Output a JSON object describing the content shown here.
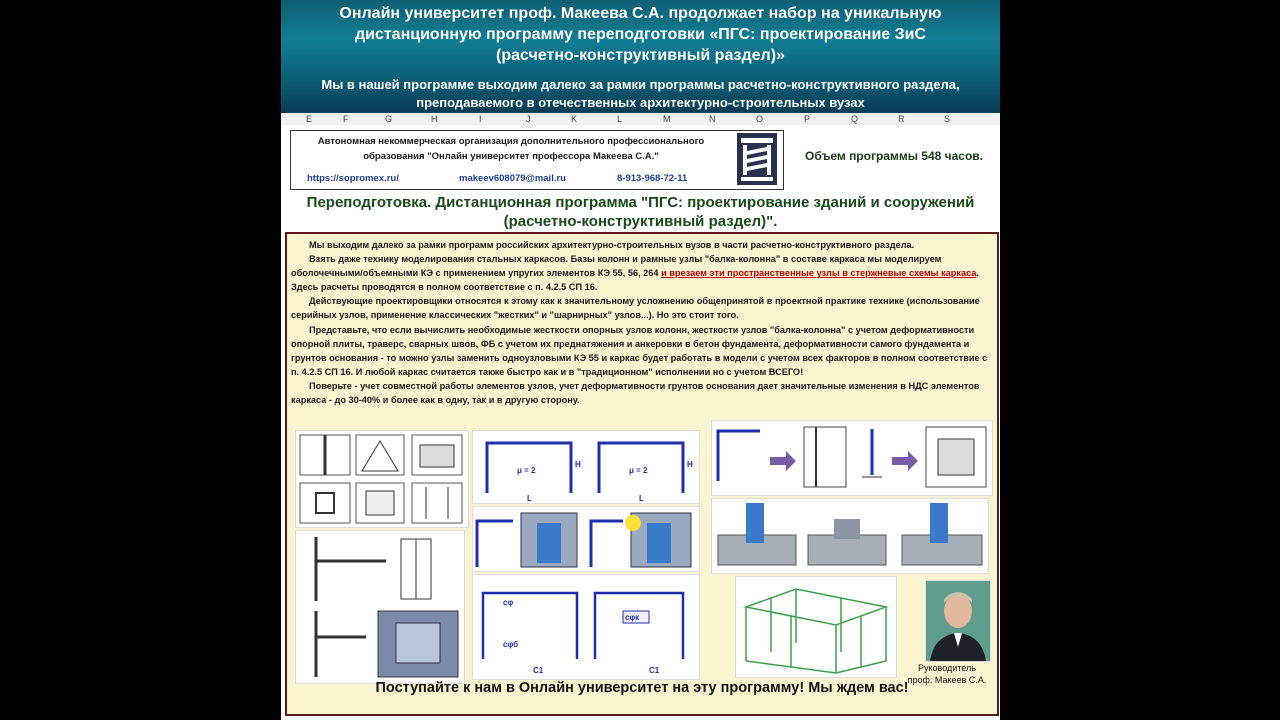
{
  "banner": {
    "title_lines": [
      "Онлайн университет проф. Макеева С.А. продолжает набор на уникальную",
      "дистанционную программу переподготовки «ПГС: проектирование ЗиС",
      "(расчетно-конструктивный раздел)»"
    ],
    "subtitle_lines": [
      "Мы в нашей программе выходим далеко за рамки программы расчетно-конструктивного раздела,",
      "преподаваемого в отечественных архитектурно-строительных вузах"
    ]
  },
  "columns": [
    "E",
    "F",
    "G",
    "H",
    "I",
    "J",
    "K",
    "L",
    "M",
    "N",
    "O",
    "P",
    "Q",
    "R",
    "S"
  ],
  "org": {
    "line1": "Автономная некоммерческая организация дополнительного профессионального",
    "line2": "образования \"Онлайн университет профессора Макеева С.А.\"",
    "site": "https://sopromex.ru/",
    "email": "makeev608079@mail.ru",
    "phone": "8-913-968-72-11"
  },
  "volume": "Объем программы 548 часов.",
  "program_title_lines": [
    "Переподготовка. Дистанционная программа \"ПГС: проектирование зданий и сооружений",
    "(расчетно-конструктивный раздел)\"."
  ],
  "paragraphs": {
    "p1": "Мы выходим далеко за рамки программ российских архитектурно-строительных вузов в части расчетно-конструктивного раздела.",
    "p2a": "Взять даже технику моделирования стальных каркасов. Базы колонн и рамные узлы \"балка-колонна\" в составе каркаса мы моделируем оболочечными/объемными КЭ с применением упругих элементов КЭ 55, 56, 264 ",
    "p2b": "и врезаем эти пространственные узлы в стержневые схемы каркаса",
    "p2c": ". Здесь расчеты проводятся в полном соответствие с п. 4.2.5 СП 16.",
    "p3": "Действующие проектировщики относятся к этому как к значительному усложнению общепринятой в проектной практике технике (использование серийных узлов, применение классических \"жестких\" и \"шарнирных\" узлов...). Но это стоит того.",
    "p4": "Представьте, что если вычислить необходимые жесткости опорных узлов колонн, жесткости узлов \"балка-колонна\" с учетом деформативности опорной плиты, траверс, сварных швов, ФБ с учетом их преднатяжения и анкеровки в бетон фундамента, деформативности самого фундамента и грунтов основания - то можно узлы заменить одноузловыми КЭ 55 и каркас будет работать в модели с учетом всех факторов в полном соответствие с п. 4.2.5 СП 16. И любой каркас считается также быстро как и в \"традиционном\" исполнении но с учетом ВСЕГО!",
    "p5": "Поверьте - учет совместной работы элементов узлов, учет деформативности грунтов основания дает значительные изменения в НДС элементов каркаса - до 30-40% и более как в одну, так и в другую сторону."
  },
  "figure_labels": {
    "mu": "μ = 2",
    "h": "H",
    "l": "L",
    "cphi": "cφ",
    "cphi_b": "cφб",
    "cphi_k": "cφк",
    "c1": "C1"
  },
  "leader_caption": [
    "Руководитель",
    "проф. Макеев С.А."
  ],
  "callout": "Поступайте к нам в Онлайн университет на эту программу! Мы ждем вас!",
  "colors": {
    "banner": "#117e95",
    "frame_blue": "#1d2fb0",
    "highlight": "#c00000",
    "box_bg": "#fbf4d0",
    "box_border": "#5a1a1a"
  }
}
